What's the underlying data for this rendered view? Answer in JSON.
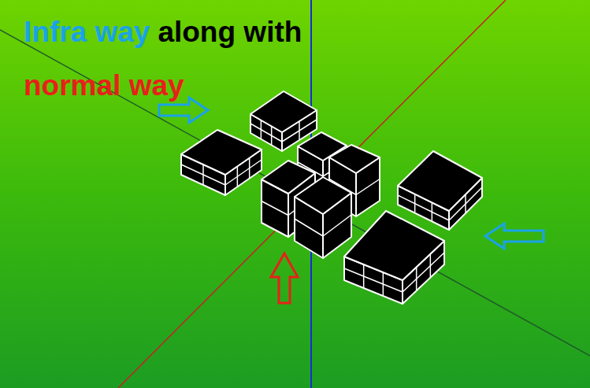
{
  "diagram": {
    "labels": [
      "Infra way",
      "along with",
      "normal way"
    ]
  }
}
